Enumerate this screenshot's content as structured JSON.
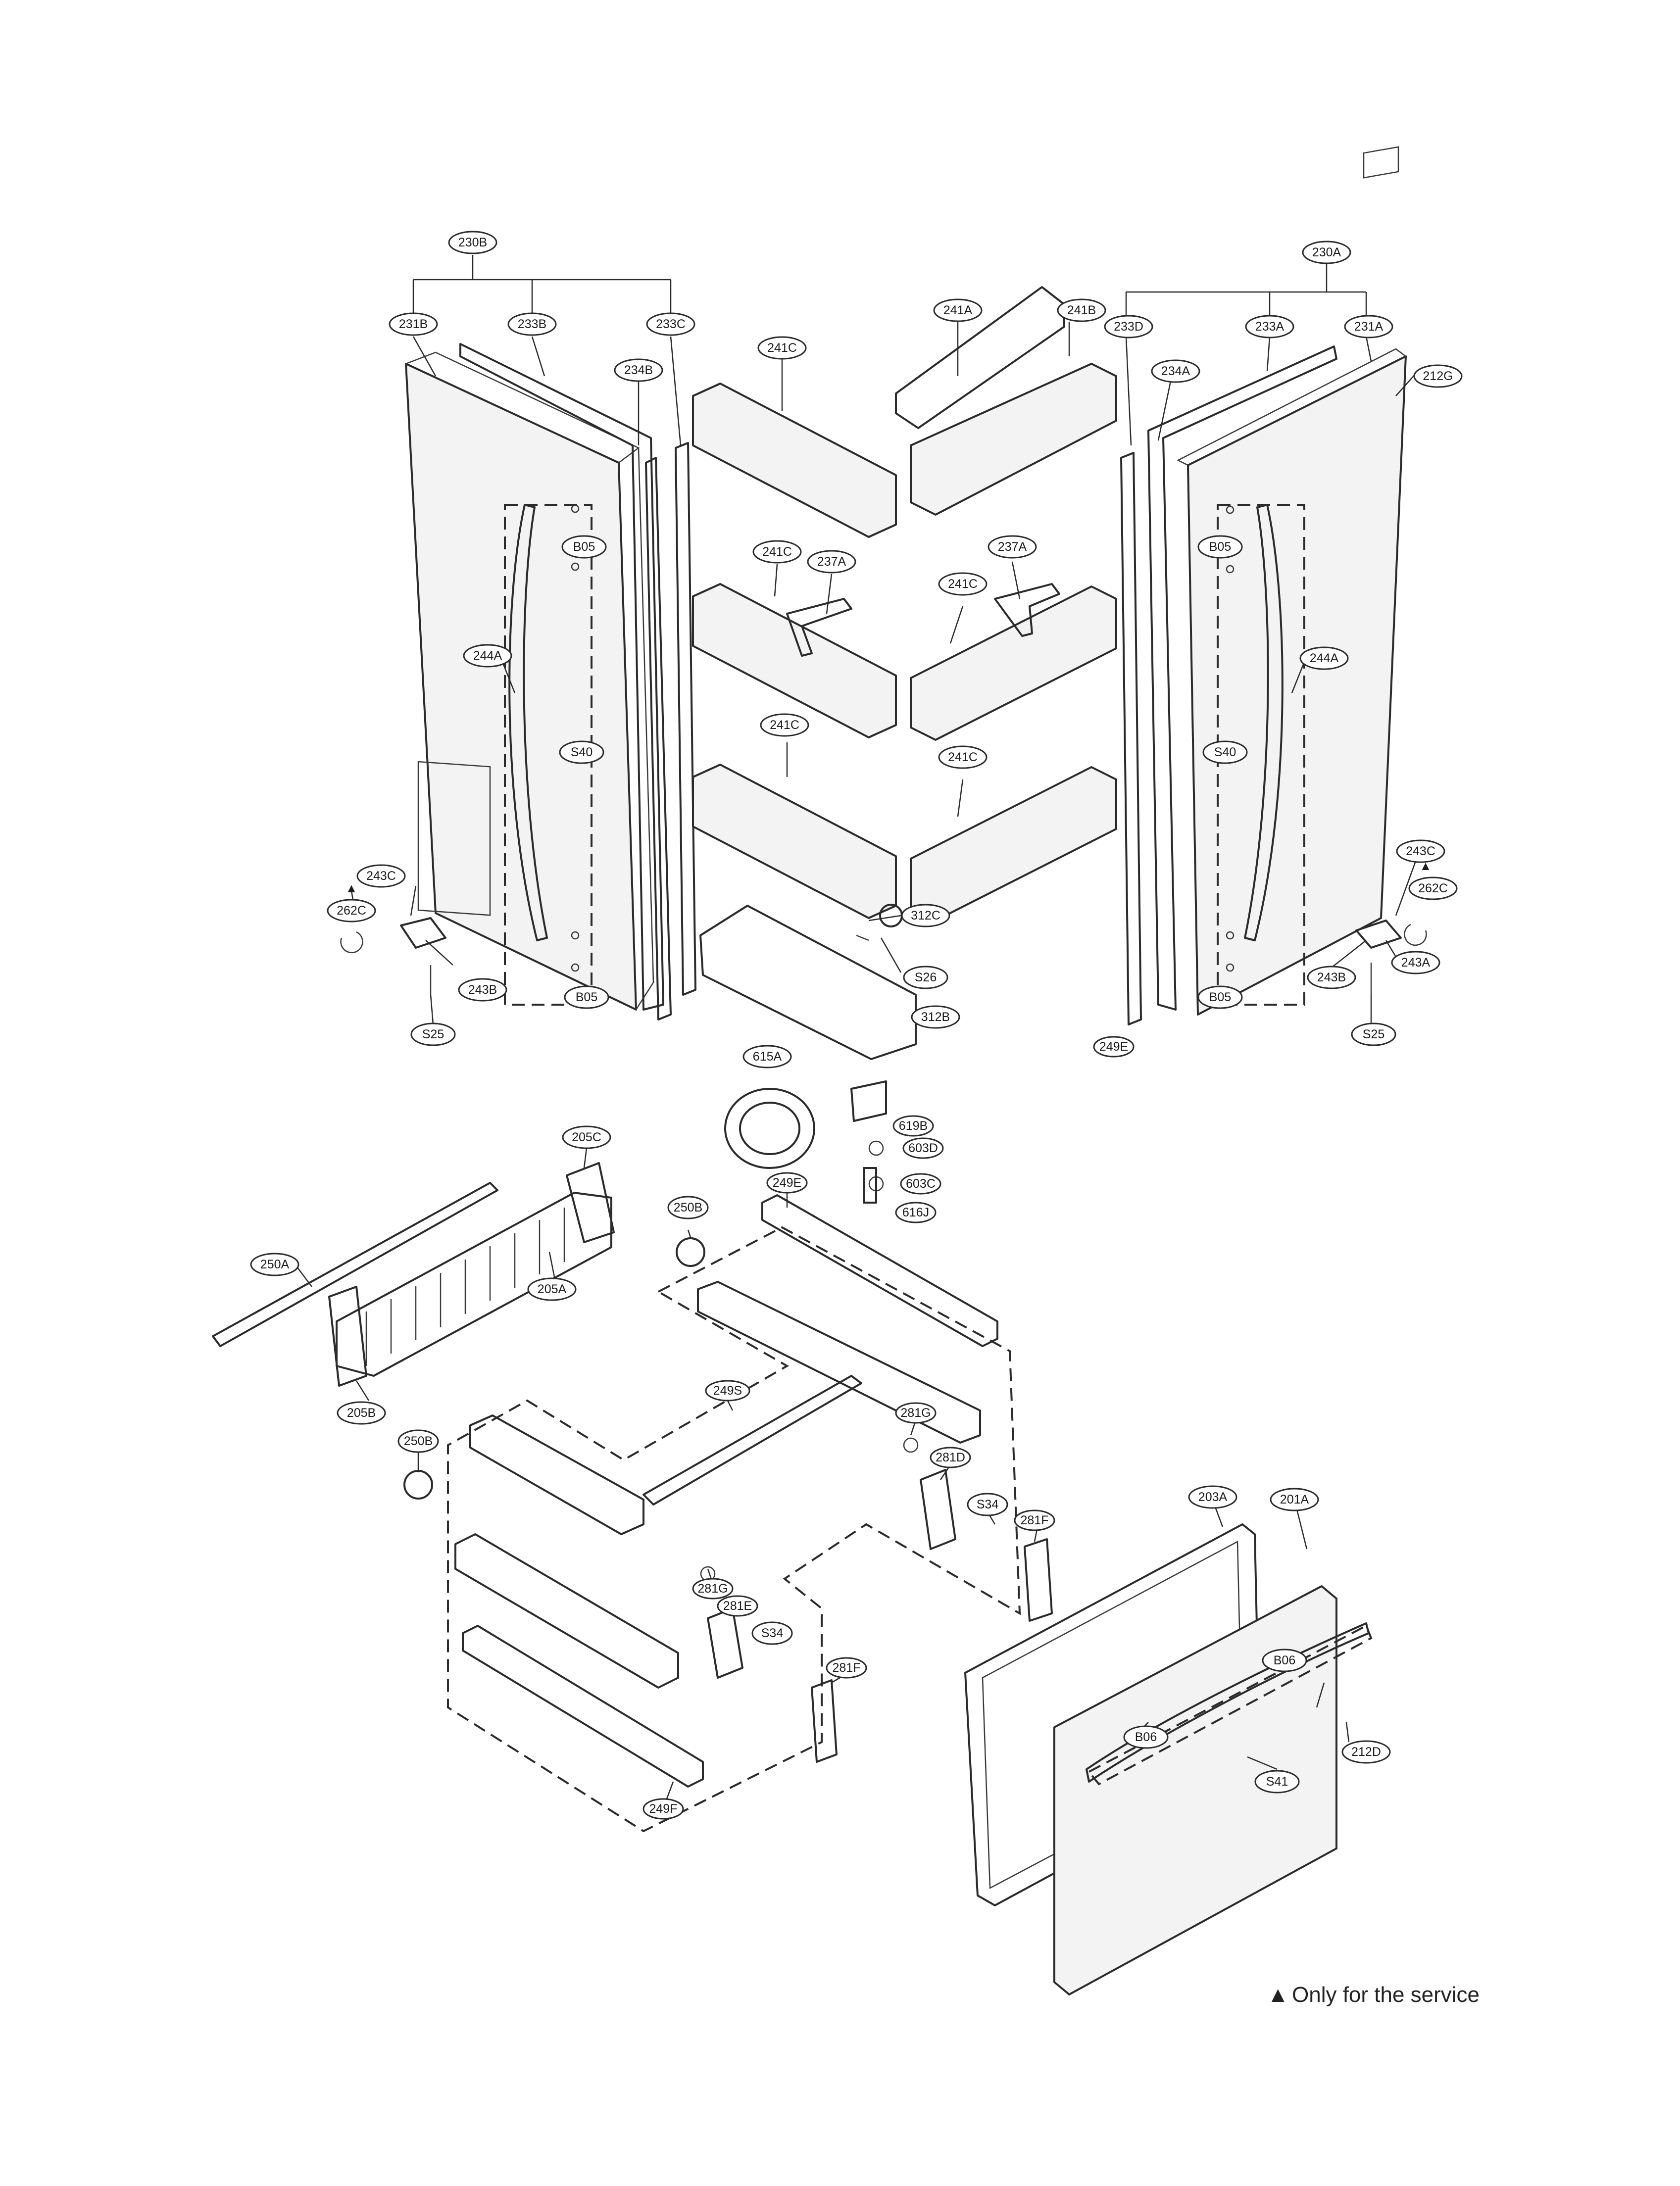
{
  "callouts": {
    "c230B": "230B",
    "c231B": "231B",
    "c233B": "233B",
    "c233C": "233C",
    "c234B": "234B",
    "c241C_1": "241C",
    "c241A": "241A",
    "c241B": "241B",
    "c233D": "233D",
    "c233A": "233A",
    "c230A": "230A",
    "c231A": "231A",
    "c234A": "234A",
    "c212G": "212G",
    "c241C_2": "241C",
    "c237A_1": "237A",
    "c237A_2": "237A",
    "c241C_3": "241C",
    "c241C_4": "241C",
    "c241C_5": "241C",
    "c244A_L": "244A",
    "c244A_R": "244A",
    "cB05_1": "B05",
    "cB05_2": "B05",
    "cB05_3": "B05",
    "cB05_4": "B05",
    "cS40_L": "S40",
    "cS40_R": "S40",
    "c243C_L": "243C",
    "c243C_R": "243C",
    "c262C_L": "262C",
    "c262C_R": "262C",
    "c243B_L": "243B",
    "c243B_R": "243B",
    "c243A": "243A",
    "cS25_L": "S25",
    "cS25_R": "S25",
    "c312C": "312C",
    "cS26": "S26",
    "c312B": "312B",
    "c249E_top": "249E",
    "c615A": "615A",
    "c619B": "619B",
    "c603D": "603D",
    "c603C": "603C",
    "c616J": "616J",
    "c205C": "205C",
    "c249E": "249E",
    "c250B_1": "250B",
    "c250A": "250A",
    "c205A": "205A",
    "c205B": "205B",
    "c249S": "249S",
    "c281G_1": "281G",
    "c281D": "281D",
    "c250B_2": "250B",
    "cS34_1": "S34",
    "c281F_1": "281F",
    "c281G_2": "281G",
    "c281E": "281E",
    "cS34_2": "S34",
    "c281F_2": "281F",
    "c249F": "249F",
    "c203A": "203A",
    "c201A": "201A",
    "cB06_1": "B06",
    "cB06_2": "B06",
    "c212D": "212D",
    "cS41": "S41"
  },
  "footnote": {
    "symbol": "▲",
    "text": "Only for the service"
  },
  "service_markers": {
    "left": "▲",
    "right": "▲"
  }
}
